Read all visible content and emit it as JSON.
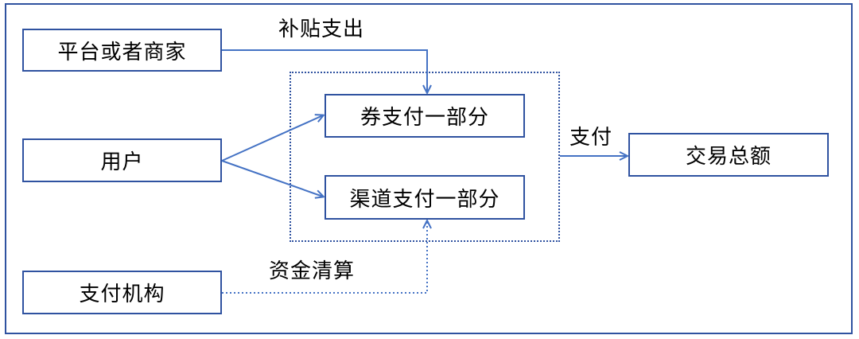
{
  "nodes": {
    "platform": "平台或者商家",
    "user": "用户",
    "payment_institution": "支付机构",
    "voucher_part": "券支付一部分",
    "channel_part": "渠道支付一部分",
    "total": "交易总额"
  },
  "edge_labels": {
    "subsidy": "补贴支出",
    "pay": "支付",
    "clearing": "资金清算"
  },
  "colors": {
    "stroke": "#2f52a0",
    "arrow": "#4472c4"
  }
}
